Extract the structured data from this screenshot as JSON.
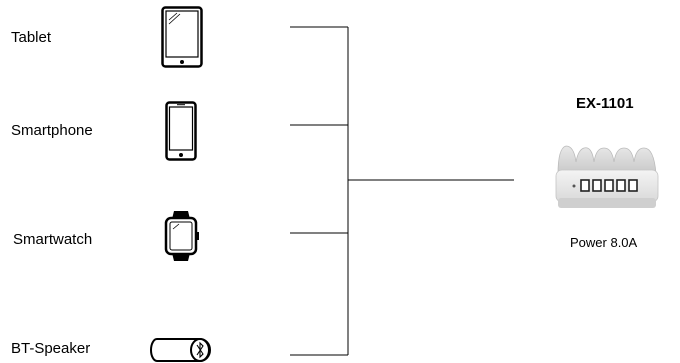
{
  "devices": [
    {
      "label": "Tablet",
      "icon": "tablet-icon"
    },
    {
      "label": "Smartphone",
      "icon": "smartphone-icon"
    },
    {
      "label": "Smartwatch",
      "icon": "smartwatch-icon"
    },
    {
      "label": "BT-Speaker",
      "icon": "bt-speaker-icon"
    }
  ],
  "product": {
    "name": "EX-1101",
    "power": "Power 8.0A",
    "image": "usb-charging-station-image"
  }
}
